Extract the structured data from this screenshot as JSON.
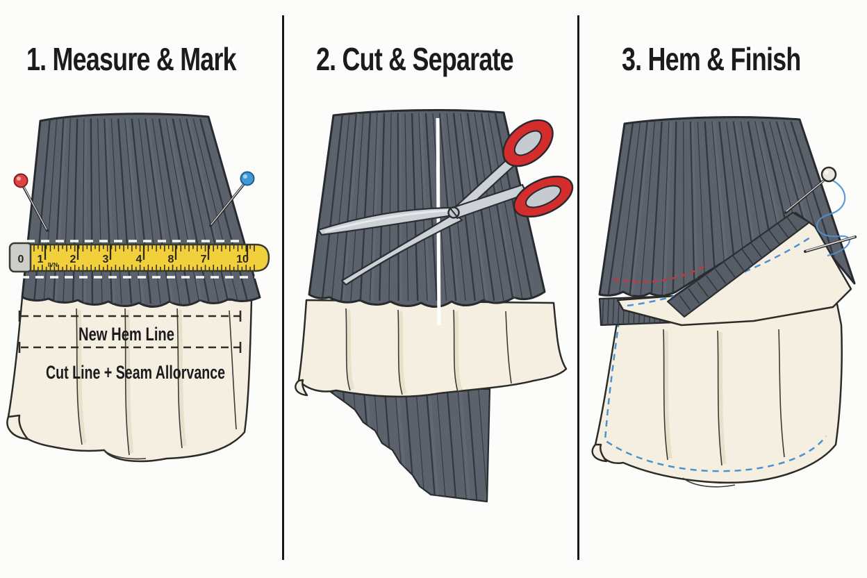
{
  "panels": [
    {
      "id": "measure-mark",
      "title": "1. Measure & Mark",
      "annotations": {
        "new_hem_line": "New Hem Line",
        "cut_line": "Cut Line + Seam Allorvance"
      },
      "tape": {
        "numbers": [
          "0",
          "1",
          "2",
          "3",
          "4",
          "8",
          "7",
          "10"
        ],
        "unit_mark": "IVN"
      },
      "pins": [
        {
          "color_name": "red",
          "hex": "#e04343"
        },
        {
          "color_name": "blue",
          "hex": "#3f99d6"
        }
      ]
    },
    {
      "id": "cut-separate",
      "title": "2. Cut & Separate"
    },
    {
      "id": "hem-finish",
      "title": "3. Hem & Finish"
    }
  ],
  "colors": {
    "background": "#fcfcfa",
    "divider": "#191919",
    "ink": "#1b1b1d",
    "fabric_gray": "#5b626b",
    "pleat_line": "#2f343a",
    "lining_cream": "#f4efe0",
    "cream_shadow": "#ddd3ba",
    "tape_yellow": "#f1d03c",
    "tape_metal": "#cdcdc9",
    "scissors_red": "#d42d2d",
    "blade_silver": "#cdd2d7",
    "pin_red": "#e04343",
    "pin_blue": "#3f99d6",
    "stitch_blue": "#4a90d2",
    "hem_mark_red": "#cc3340",
    "guide_white": "#ffffff"
  }
}
